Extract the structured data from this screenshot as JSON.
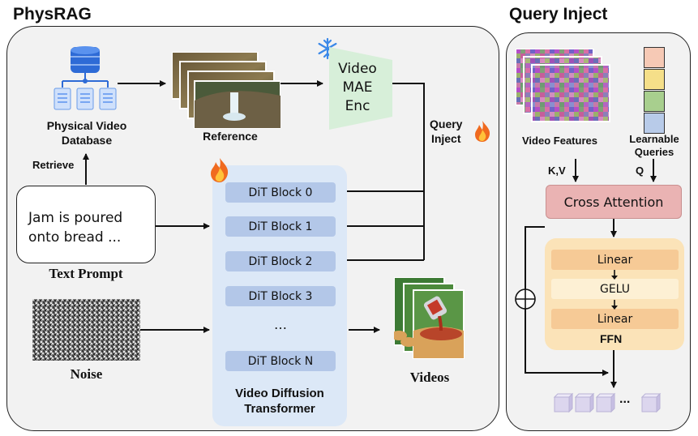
{
  "physrag": {
    "title": "PhysRAG",
    "database_label_line1": "Physical Video",
    "database_label_line2": "Database",
    "reference_label": "Reference",
    "encoder_line1": "Video",
    "encoder_line2": "MAE",
    "encoder_line3": "Enc",
    "query_inject_line1": "Query",
    "query_inject_line2": "Inject",
    "retrieve_label": "Retrieve",
    "text_prompt_line1": "Jam is poured",
    "text_prompt_line2": "onto bread ...",
    "text_prompt_label": "Text Prompt",
    "noise_label": "Noise",
    "videos_label": "Videos",
    "dit_blocks": [
      "DiT Block 0",
      "DiT Block 1",
      "DiT Block 2",
      "DiT Block 3",
      "DiT Block N"
    ],
    "dit_ellipsis": "⋯",
    "vdt_line1": "Video Diffusion",
    "vdt_line2": "Transformer"
  },
  "query_inject": {
    "title": "Query Inject",
    "video_features_label": "Video Features",
    "learnable_queries_line1": "Learnable",
    "learnable_queries_line2": "Queries",
    "kv_label": "K,V",
    "q_label": "Q",
    "cross_attention_label": "Cross Attention",
    "ffn_layers": [
      "Linear",
      "GELU",
      "Linear"
    ],
    "ffn_label": "FFN",
    "output_ellipsis": "...",
    "query_colors": [
      "#f6c9b5",
      "#f5df89",
      "#a8cf8e",
      "#b8cbe9"
    ]
  }
}
